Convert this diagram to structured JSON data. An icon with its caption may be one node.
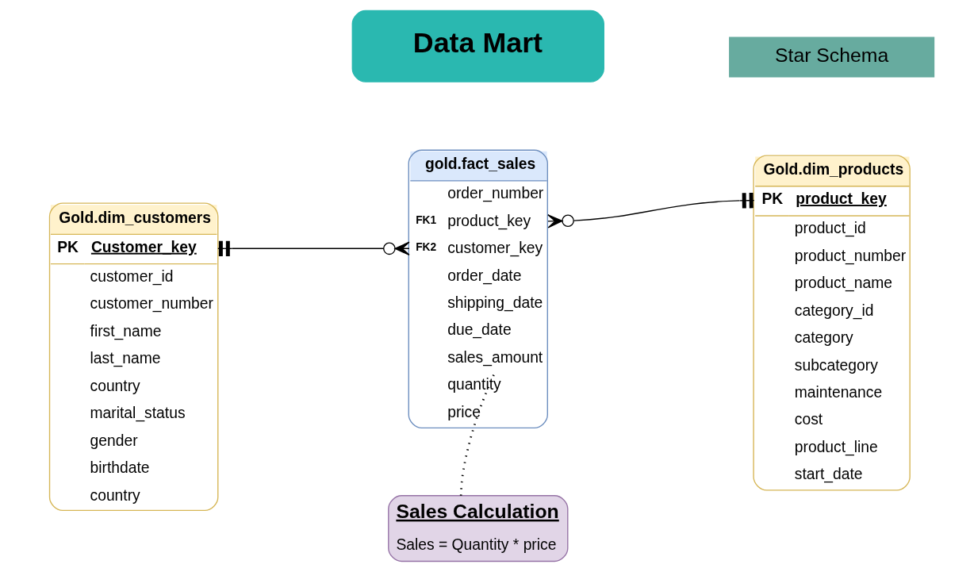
{
  "diagram": {
    "nodes": [
      {
        "text": [
          "Data Mart"
        ]
      },
      {
        "text": [
          "Star Schema"
        ]
      },
      {
        "text": [
          "Gold.dim_customers",
          "PK",
          "Customer_key",
          "customer_id",
          "customer_number",
          "first_name",
          "last_name",
          "country",
          "marital_status",
          "gender",
          "birthdate",
          "country"
        ]
      },
      {
        "text": [
          "gold.fact_sales",
          "order_number",
          "FK1",
          "product_key",
          "FK2",
          "customer_key",
          "order_date",
          "shipping_date",
          "due_date",
          "sales_amount",
          "quantity",
          "price"
        ]
      },
      {
        "text": [
          "Gold.dim_products",
          "PK",
          "product_key",
          "product_id",
          "product_number",
          "product_name",
          "category_id",
          "category",
          "subcategory",
          "maintenance",
          "cost",
          "product_line",
          "start_date"
        ]
      },
      {
        "text": [
          "Sales Calculation",
          "Sales = Quantity * price"
        ]
      }
    ],
    "edges": [
      {
        "from": 2,
        "to": 3,
        "arrow": "other"
      },
      {
        "from": 3,
        "to": 4,
        "arrow": "other"
      },
      {
        "from": 5,
        "to": 3,
        "arrow": "none",
        "style": "dashed"
      }
    ]
  }
}
